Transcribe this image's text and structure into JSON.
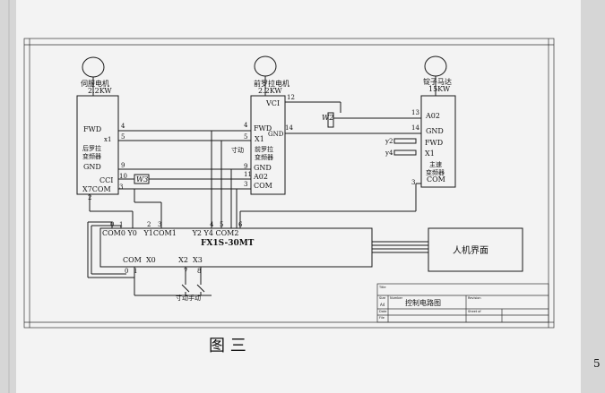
{
  "motors": {
    "servo": {
      "name": "伺服电机",
      "power": "2.2KW"
    },
    "front_roller": {
      "name": "前罗拉电机",
      "power": "2.2KW"
    },
    "spindle": {
      "name": "锭子马达",
      "power": "15KW"
    }
  },
  "vfd_rear": {
    "label_1": "后罗拉",
    "label_2": "变频器",
    "terminals": [
      "FWD",
      "X1",
      "GND",
      "CCI",
      "X7COM"
    ],
    "wire_numbers": [
      "4",
      "5",
      "9",
      "10",
      "3",
      "2"
    ]
  },
  "vfd_front": {
    "label_1": "前罗拉",
    "label_2": "变频器",
    "terminals": [
      "VCI",
      "FWD",
      "X1",
      "GND",
      "A02",
      "COM"
    ],
    "wire_numbers": [
      "12",
      "4",
      "14",
      "5",
      "9",
      "11",
      "3"
    ]
  },
  "vfd_main": {
    "label_1": "主速",
    "label_2": "变频器",
    "label_3": "COM",
    "terminals": [
      "A02",
      "GND",
      "FWD",
      "X1"
    ],
    "wire_numbers": [
      "13",
      "14",
      "3"
    ],
    "inputs": [
      "y2",
      "y4"
    ]
  },
  "potentiometers": [
    "W2",
    "W3"
  ],
  "plc": {
    "model": "FX1S-30MT",
    "output_terminals": "COM0 Y0   Y1COM1       Y2 Y4 COM2",
    "output_wire_numbers": [
      "0",
      "1",
      "2",
      "3",
      "4",
      "5",
      "6"
    ],
    "input_terminals": "COM  X0          X2  X3",
    "input_wire_numbers": [
      "0",
      "1",
      "7",
      "8"
    ]
  },
  "hmi": {
    "label": "人机界面"
  },
  "switch_labels": {
    "manual_mid": "寸动",
    "bottom": "寸动手动"
  },
  "title_block": {
    "drawing_title": "控制电路图",
    "header_cells": [
      "Title",
      "Size",
      "Number",
      "Revision",
      "A4",
      "Date",
      "Sheet of",
      "File"
    ]
  },
  "caption": "图 三",
  "page_number": "5"
}
